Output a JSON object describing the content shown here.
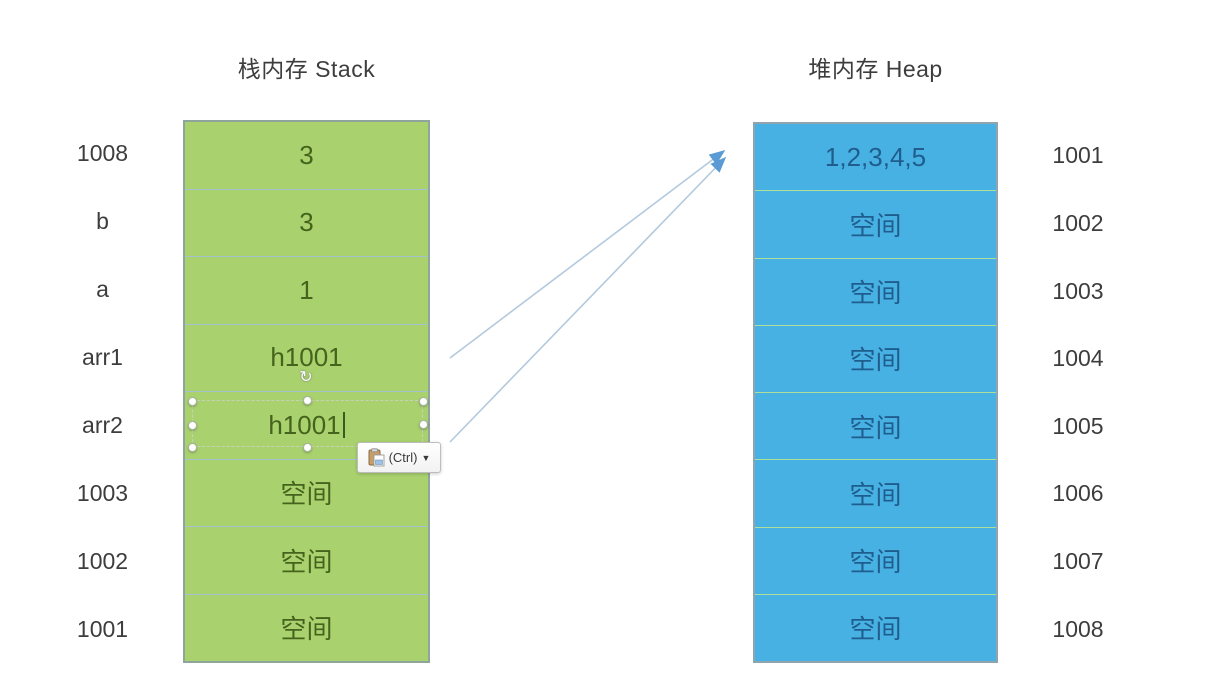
{
  "stack": {
    "title": "栈内存 Stack",
    "rows": [
      {
        "label": "1008",
        "value": "3"
      },
      {
        "label": "b",
        "value": "3"
      },
      {
        "label": "a",
        "value": "1"
      },
      {
        "label": "arr1",
        "value": "h1001"
      },
      {
        "label": "arr2",
        "value": "h1001"
      },
      {
        "label": "1003",
        "value": "空间"
      },
      {
        "label": "1002",
        "value": "空间"
      },
      {
        "label": "1001",
        "value": "空间"
      }
    ]
  },
  "heap": {
    "title": "堆内存 Heap",
    "rows": [
      {
        "value": "1,2,3,4,5",
        "label": "1001"
      },
      {
        "value": "空间",
        "label": "1002"
      },
      {
        "value": "空间",
        "label": "1003"
      },
      {
        "value": "空间",
        "label": "1004"
      },
      {
        "value": "空间",
        "label": "1005"
      },
      {
        "value": "空间",
        "label": "1006"
      },
      {
        "value": "空间",
        "label": "1007"
      },
      {
        "value": "空间",
        "label": "1008"
      }
    ]
  },
  "editing": {
    "paste_button_label": "(Ctrl)",
    "dropdown_glyph": "▼",
    "rotate_glyph": "↻",
    "selected_row": "arr2"
  },
  "icons": {
    "paste_clipboard": "clipboard-icon",
    "rotate_handle": "rotate-icon",
    "dropdown": "chevron-down-icon"
  },
  "colors": {
    "stack_fill": "#a9d16e",
    "stack_text": "#45631c",
    "heap_fill": "#48b1e3",
    "heap_text": "#1e5d8d",
    "label_text": "#3d3d3d",
    "arrow_line": "#b3c9dd",
    "arrow_head": "#5b9bd5"
  }
}
